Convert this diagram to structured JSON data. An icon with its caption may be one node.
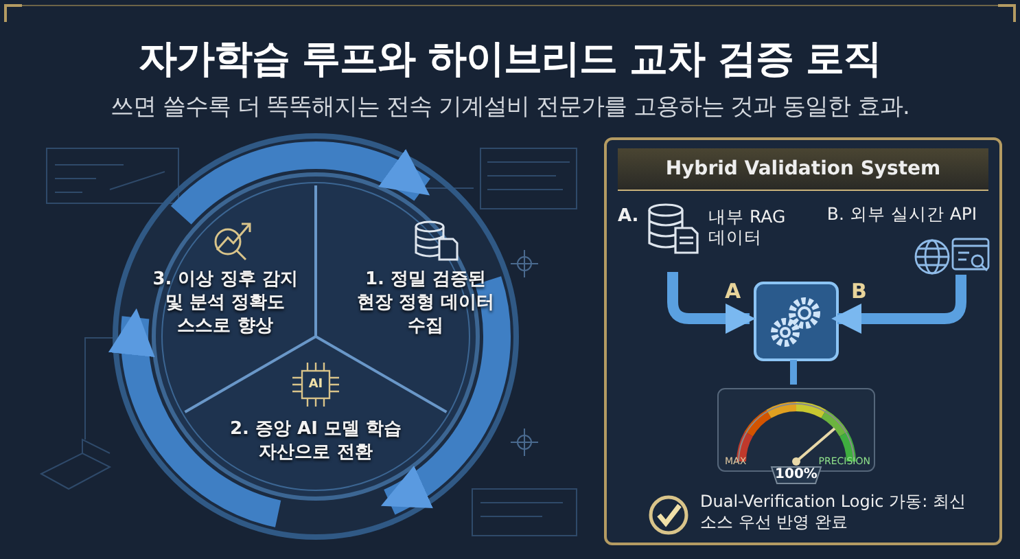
{
  "diagram": {
    "title": "자가학습 루프와 하이브리드 교차 검증 로직",
    "caption": "쓰면 쓸수록 더 똑똑해지는 전속 기계설비 전문가를 고용하는 것과 동일한 효과.",
    "nodes": [
      {
        "text": [
          "1. 정밀 검증된 현장 정형 데이터 수집"
        ]
      },
      {
        "text": [
          "2. 증앙 AI 모델 학습 자산으로 전환"
        ]
      },
      {
        "text": [
          "3. 이상 징후 감지 및 분석 정확도 스스로 향상"
        ]
      },
      {
        "text": [
          "Hybrid Validation System"
        ]
      },
      {
        "text": [
          "A.",
          "내부 RAG 데이터"
        ],
        "in": 3
      },
      {
        "text": [
          "B. 외부 실시간 API"
        ],
        "in": 3
      },
      {
        "text": [],
        "shape": "box",
        "in": 3
      },
      {
        "text": [
          "MAX",
          "PRECISION",
          "100%"
        ],
        "in": 3
      },
      {
        "text": [
          "Dual-Verification Logic 가동: 최신 소스 우선 반영 완료"
        ],
        "in": 3
      }
    ],
    "edges": [
      {
        "from": 2,
        "to": 0,
        "arrow": "to",
        "style": "thick"
      },
      {
        "from": 0,
        "to": 1,
        "arrow": "to",
        "style": "thick"
      },
      {
        "from": 1,
        "to": 2,
        "arrow": "to",
        "style": "thick"
      },
      {
        "from": 4,
        "to": 6,
        "arrow": "to",
        "label": "A"
      },
      {
        "from": 5,
        "to": 6,
        "arrow": "to",
        "label": "B"
      },
      {
        "from": 6,
        "to": 7,
        "arrow": "none"
      }
    ],
    "labels": [
      "AI"
    ]
  }
}
